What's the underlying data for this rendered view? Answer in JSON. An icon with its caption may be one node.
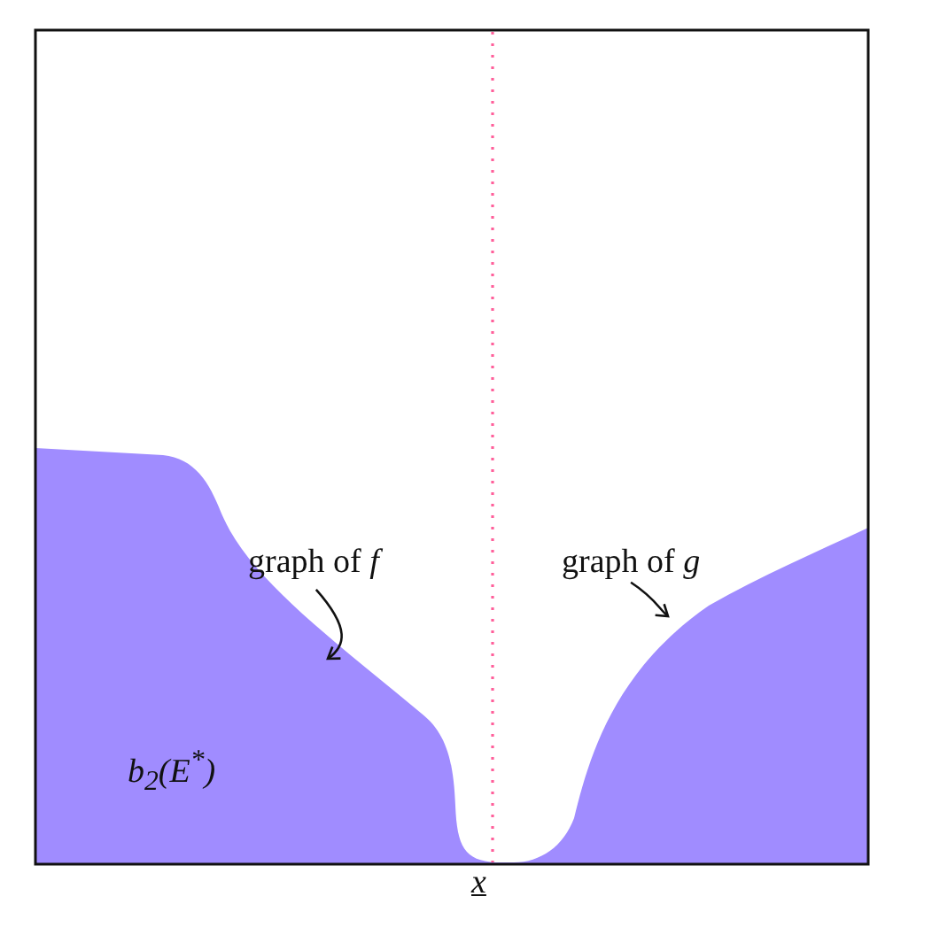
{
  "diagram": {
    "nodes": [
      {
        "text": [
          "graph of *f*"
        ]
      },
      {
        "text": [
          "graph of *g*"
        ]
      }
    ],
    "edges": [
      {
        "from": 0,
        "to": null,
        "arrow": "to"
      },
      {
        "from": 1,
        "to": null,
        "arrow": "to"
      }
    ],
    "labels": [
      "b$_{2}$(E$^{*}$)",
      "x"
    ]
  }
}
